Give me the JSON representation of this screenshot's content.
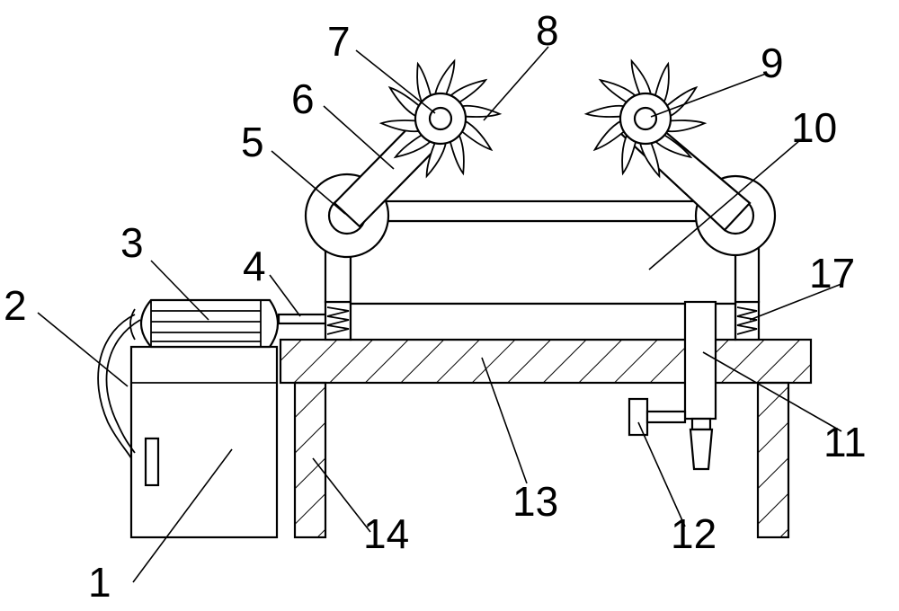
{
  "labels": {
    "l1": "1",
    "l2": "2",
    "l3": "3",
    "l4": "4",
    "l5": "5",
    "l6": "6",
    "l7": "7",
    "l8": "8",
    "l9": "9",
    "l10": "10",
    "l11": "11",
    "l12": "12",
    "l13": "13",
    "l14": "14",
    "l17": "17"
  }
}
